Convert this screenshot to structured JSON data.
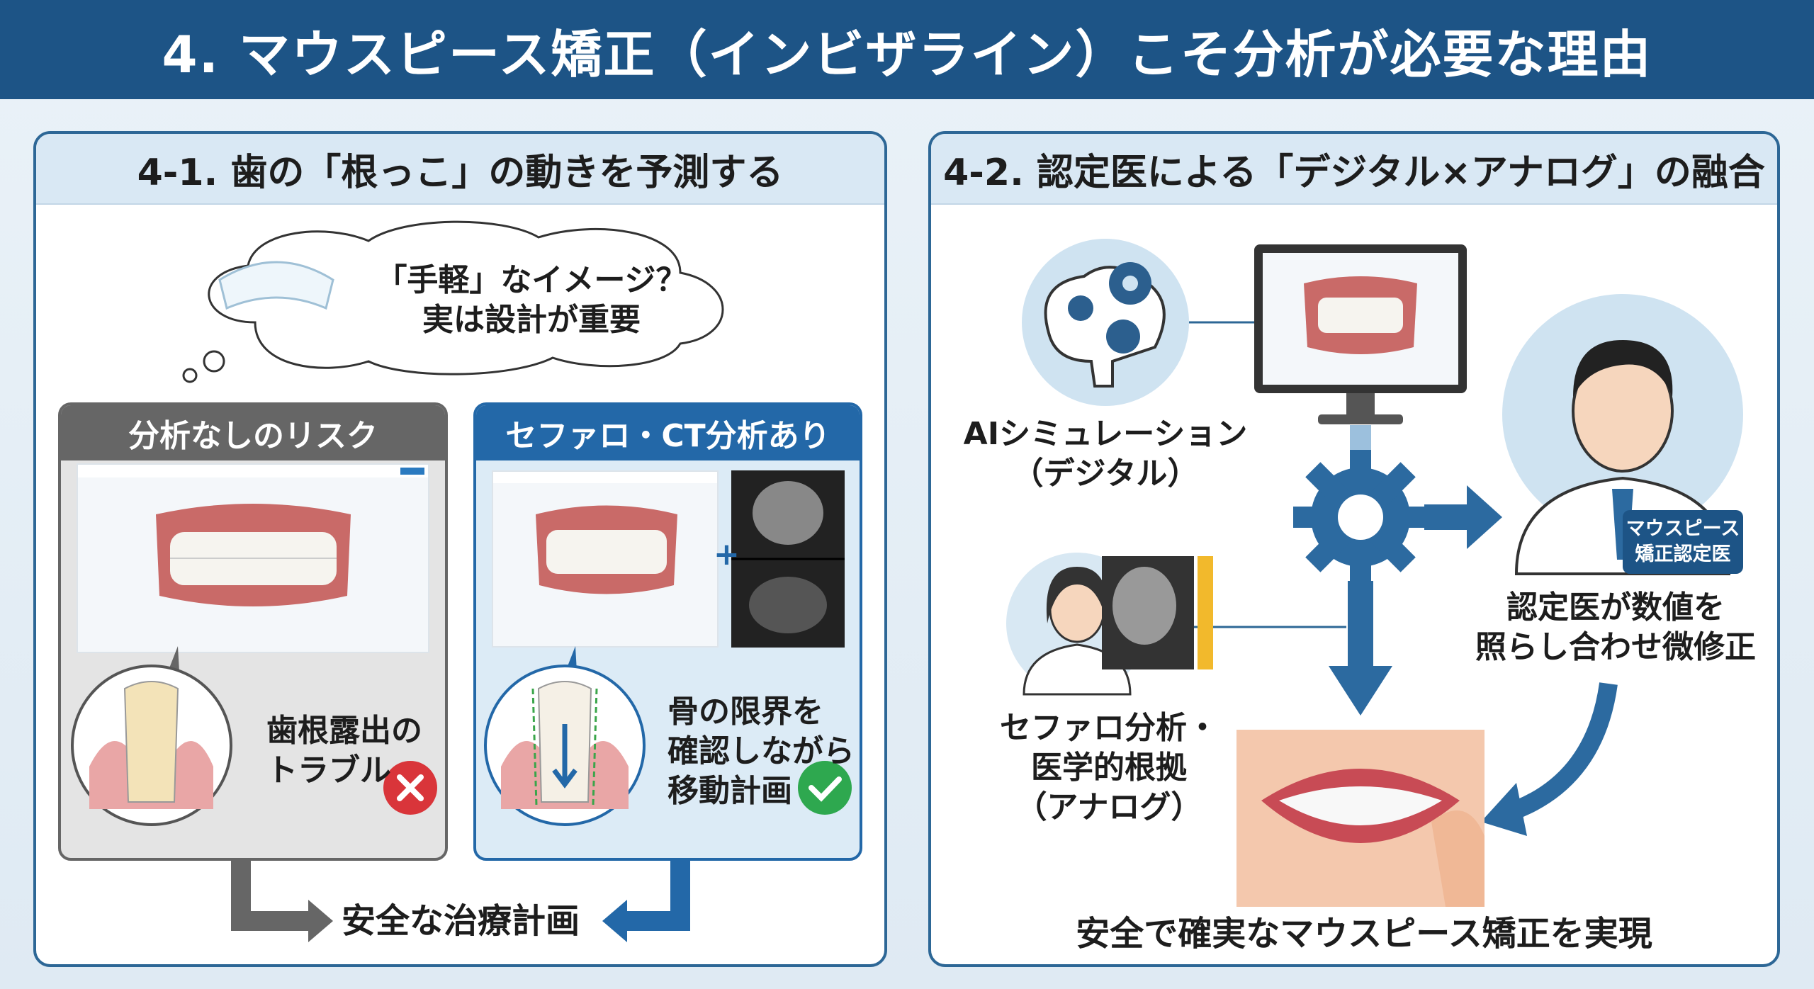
{
  "header": {
    "title": "4. マウスピース矯正（インビザライン）こそ分析が必要な理由"
  },
  "left": {
    "title": "4-1. 歯の「根っこ」の動きを予測する",
    "thought": [
      "「手軽」なイメージ？",
      "実は設計が重要"
    ],
    "risk_card": {
      "title": "分析なしのリスク",
      "caption": [
        "歯根露出の",
        "トラブル"
      ],
      "icon": "x-mark-icon"
    },
    "analysis_card": {
      "title": "セファロ・CT分析あり",
      "caption": [
        "骨の限界を",
        "確認しながら",
        "移動計画"
      ],
      "icon": "check-mark-icon"
    },
    "result": "安全な治療計画"
  },
  "right": {
    "title": "4-2. 認定医による「デジタル×アナログ」の融合",
    "ai_label": [
      "AIシミュレーション",
      "（デジタル）"
    ],
    "ceph_label": [
      "セファロ分析・",
      "医学的根拠",
      "（アナログ）"
    ],
    "doctor_badge": [
      "マウスピース",
      "矯正認定医"
    ],
    "doctor_label": [
      "認定医が数値を",
      "照らし合わせ微修正"
    ],
    "result": "安全で確実なマウスピース矯正を実現"
  },
  "colors": {
    "header": "#1d5486",
    "accent": "#2368a8",
    "risk": "#666666",
    "error": "#d9353a",
    "success": "#2ea84f"
  }
}
